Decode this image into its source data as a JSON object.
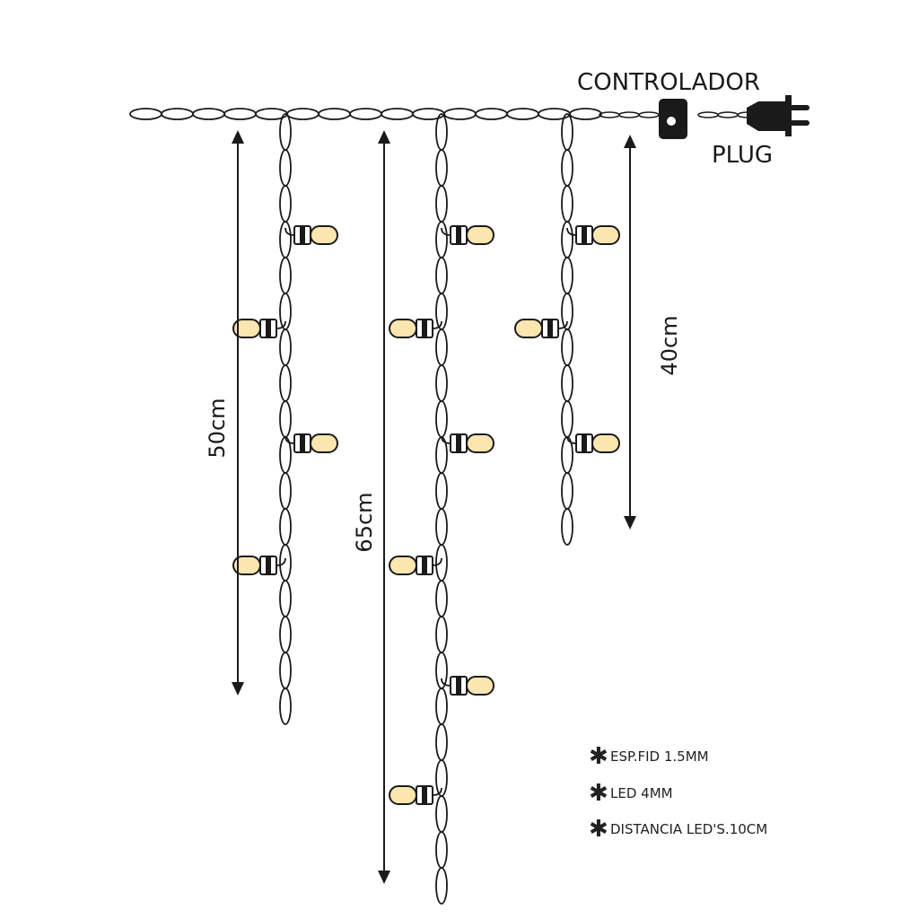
{
  "labels": {
    "controller": "CONTROLADOR",
    "plug": "PLUG",
    "dim_left": "50cm",
    "dim_middle": "65cm",
    "dim_right": "40cm"
  },
  "notes": [
    {
      "icon": "asterisk-icon",
      "text": "ESP.FID 1.5MM"
    },
    {
      "icon": "asterisk-icon",
      "text": "LED 4MM"
    },
    {
      "icon": "asterisk-icon",
      "text": "DISTANCIA LED'S.10CM"
    }
  ],
  "colors": {
    "bulb": "#fbe6b0",
    "line": "#1a1a1a"
  }
}
